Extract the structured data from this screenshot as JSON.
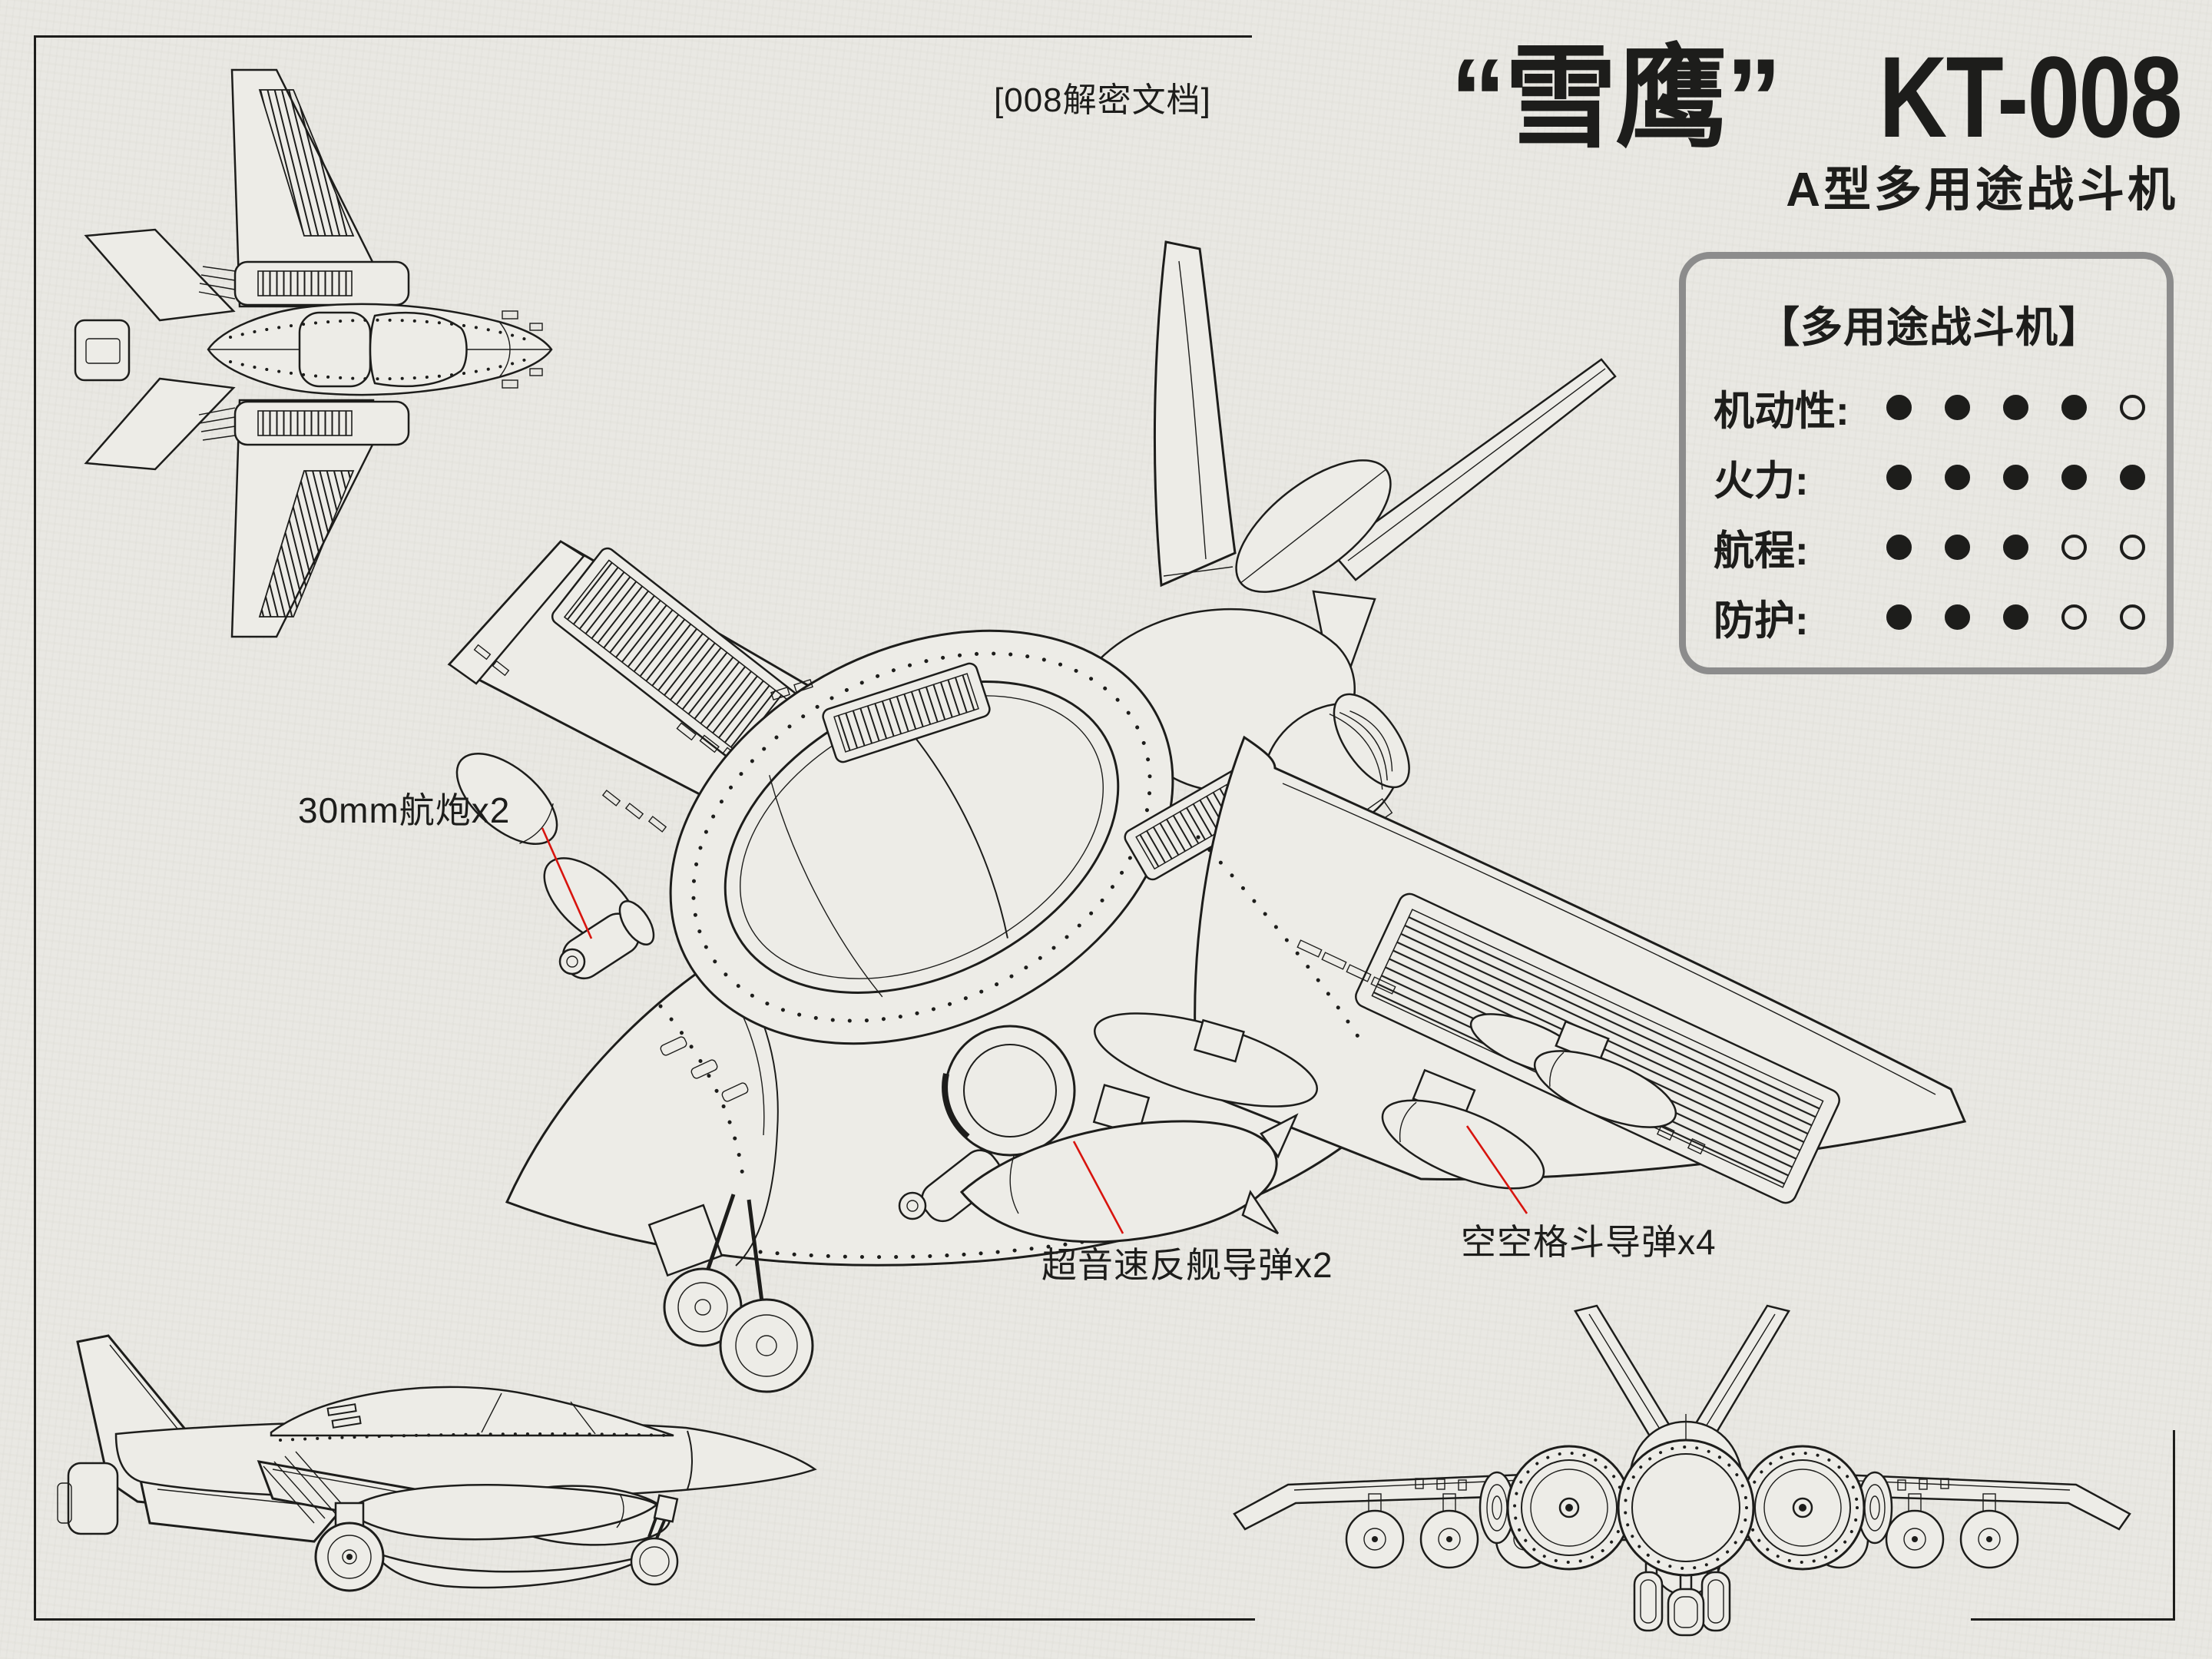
{
  "theme": {
    "paper": "#e9e8e3",
    "ink": "#1d1d1b",
    "accent_red": "#d8140e",
    "panel_border": "#8c8c8c"
  },
  "header": {
    "doc_tag": "[008解密文档]",
    "title_quoted": "“雪鹰”",
    "model": "KT-008",
    "subtitle": "A型多用途战斗机"
  },
  "stats": {
    "title": "【多用途战斗机】",
    "rows": [
      {
        "label": "机动性:",
        "filled": 4,
        "total": 5
      },
      {
        "label": "火力:",
        "filled": 5,
        "total": 5
      },
      {
        "label": "航程:",
        "filled": 3,
        "total": 5
      },
      {
        "label": "防护:",
        "filled": 3,
        "total": 5
      }
    ]
  },
  "annotations": [
    {
      "label": "30mm航炮x2"
    },
    {
      "label": "超音速反舰导弹x2"
    },
    {
      "label": "空空格斗导弹x4"
    }
  ]
}
